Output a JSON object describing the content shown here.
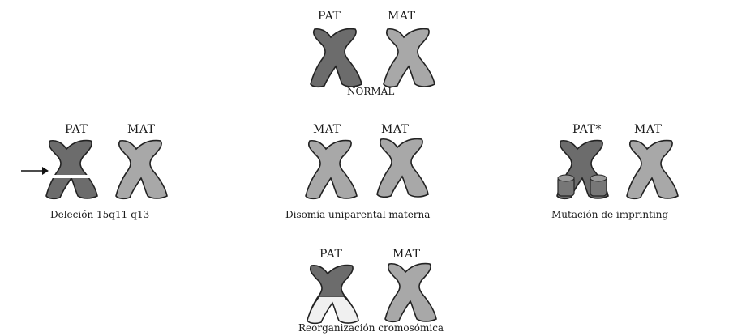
{
  "normal": {
    "left_label": "PAT",
    "right_label": "MAT",
    "caption": "NORMAL"
  },
  "deletion": {
    "left_label": "PAT",
    "right_label": "MAT",
    "caption": "Deleción 15q11-q13"
  },
  "upd": {
    "left_label": "MAT",
    "right_label": "MAT",
    "caption": "Disomía uniparental materna"
  },
  "imprinting": {
    "left_label": "PAT*",
    "right_label": "MAT",
    "caption": "Mutación de imprinting"
  },
  "rearrangement": {
    "left_label": "PAT",
    "right_label": "MAT",
    "caption": "Reorganización cromosómica"
  },
  "colors": {
    "paternal": "#6c6c6c",
    "maternal": "#a8a8a8"
  }
}
